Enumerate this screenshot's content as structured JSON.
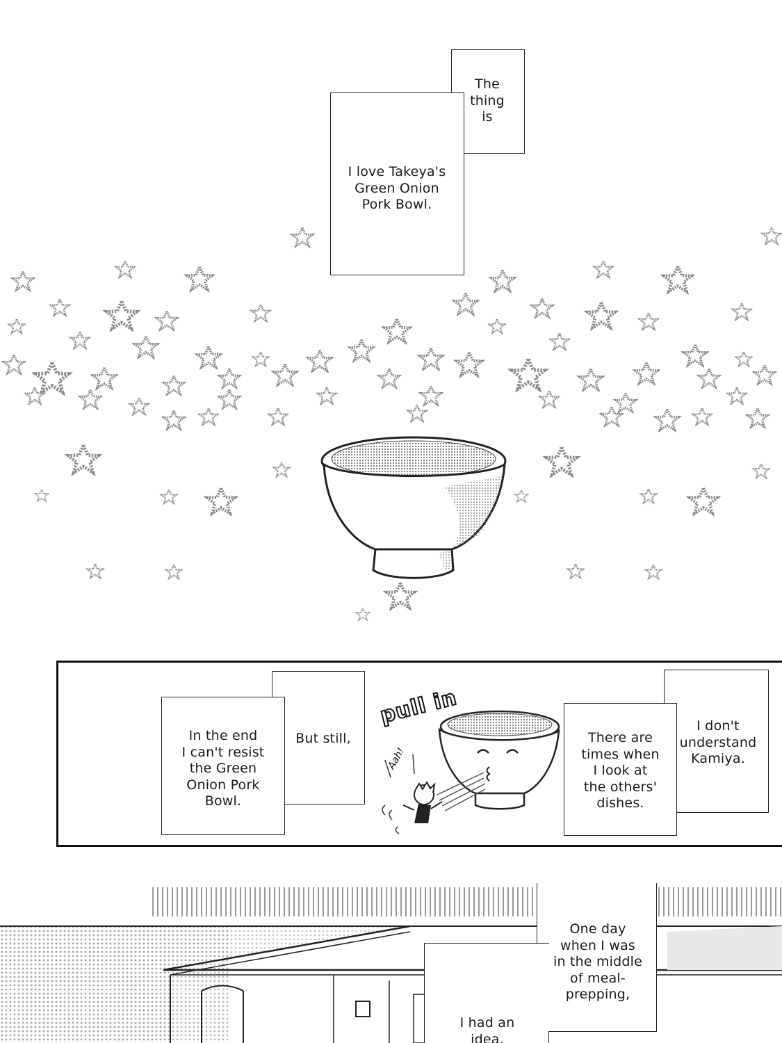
{
  "panel1": {
    "captions": [
      {
        "text": "The\nthing\nis"
      },
      {
        "text": "I love Takeya's\nGreen Onion\nPork Bowl."
      }
    ]
  },
  "panel2": {
    "captions_left": [
      {
        "text": "But still,"
      },
      {
        "text": "In the end\nI can't resist\nthe Green\nOnion Pork\nBowl."
      }
    ],
    "captions_right": [
      {
        "text": "I don't\nunderstand\nKamiya."
      },
      {
        "text": "There are\ntimes when\nI look at\nthe others'\ndishes."
      }
    ],
    "sfx_pull": "pull in",
    "sfx_ah": "Aah!"
  },
  "panel3": {
    "captions": [
      {
        "text": "One day\nwhen I was\nin the middle\nof meal-\nprepping,"
      },
      {
        "text": "I had an\nidea."
      }
    ]
  }
}
